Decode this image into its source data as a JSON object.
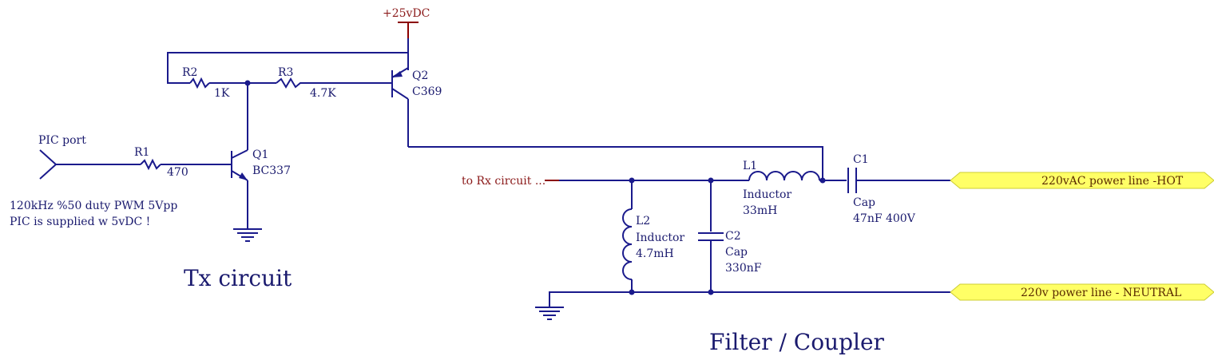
{
  "supply": {
    "label": "+25vDC"
  },
  "components": {
    "r1": {
      "ref": "R1",
      "value": "470"
    },
    "r2": {
      "ref": "R2",
      "value": "1K"
    },
    "r3": {
      "ref": "R3",
      "value": "4.7K"
    },
    "q1": {
      "ref": "Q1",
      "value": "BC337"
    },
    "q2": {
      "ref": "Q2",
      "value": "C369"
    },
    "l1": {
      "ref": "L1",
      "type": "Inductor",
      "value": "33mH"
    },
    "l2": {
      "ref": "L2",
      "type": "Inductor",
      "value": "4.7mH"
    },
    "c1": {
      "ref": "C1",
      "type": "Cap",
      "value": "47nF 400V"
    },
    "c2": {
      "ref": "C2",
      "type": "Cap",
      "value": "330nF"
    }
  },
  "pic_port": {
    "label": "PIC port"
  },
  "notes": {
    "line1": "120kHz %50 duty PWM 5Vpp",
    "line2": "PIC is supplied w 5vDC !"
  },
  "rx_label": "to Rx circuit ...",
  "ports": {
    "hot": "220vAC power line -HOT",
    "neutral": "220v power line - NEUTRAL"
  },
  "sections": {
    "tx": "Tx circuit",
    "filter": "Filter / Coupler"
  },
  "colors": {
    "wire": "#1a1a8c",
    "supply": "#8b0000",
    "port_fill": "#ffff66"
  }
}
